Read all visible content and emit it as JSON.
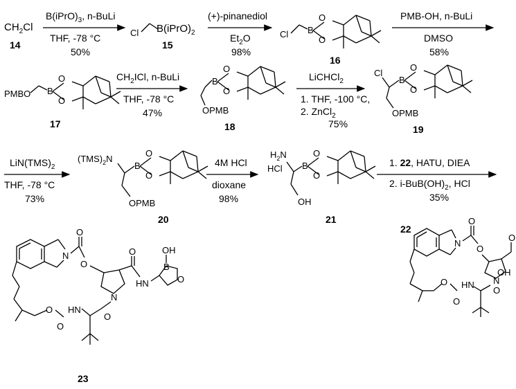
{
  "row1": {
    "ch2cl": "CH",
    "ch2cl_sub": "2",
    "ch2cl_tail": "Cl",
    "cmpd14": "14",
    "step1": {
      "above": "B(iPrO)",
      "above_sub": "3",
      "above_tail": ", n-BuLi",
      "below": "THF, -78 °C",
      "yield": "50%"
    },
    "cmpd15": "15",
    "step2": {
      "above": "(+)-pinanediol",
      "below": "Et",
      "below_sub": "2",
      "below_tail": "O",
      "yield": "98%"
    },
    "cmpd16": "16",
    "step3": {
      "above": "PMB-OH, n-BuLi",
      "below": "DMSO",
      "yield": "58%"
    }
  },
  "row2": {
    "cmpd17": "17",
    "step4": {
      "above": "CH",
      "above_sub": "2",
      "above_tail": "ICl, n-BuLi",
      "below": "THF, -78 °C",
      "yield": "47%"
    },
    "cmpd18": "18",
    "step5": {
      "above": "LiCHCl",
      "above_sub": "2",
      "line1": "1. THF, -100 °C,",
      "line2": "2. ZnCl",
      "line2_sub": "2",
      "yield": "75%"
    },
    "cmpd19": "19"
  },
  "row3": {
    "step6": {
      "above": "LiN(TMS)",
      "above_sub": "2",
      "below": "THF, -78 °C",
      "yield": "73%"
    },
    "cmpd20": "20",
    "step7": {
      "above": "4M HCl",
      "below": "dioxane",
      "yield": "98%"
    },
    "cmpd21": "21",
    "step8": {
      "line1_num": "22",
      "line1": "1. ",
      "line1_tail": ", HATU, DIEA",
      "line2": "2. i-BuB(OH)",
      "line2_sub": "2",
      "line2_tail": ", HCl",
      "yield": "35%"
    },
    "cmpd22": "22"
  },
  "row4": {
    "cmpd23": "23"
  },
  "atoms": {
    "B": "B",
    "O": "O",
    "Cl": "Cl",
    "PMBO": "PMBO",
    "OPMB": "OPMB",
    "TMS2N": "(TMS)",
    "TMS2N_sub": "2",
    "TMS2N_tail": "N",
    "H2N": "H",
    "H2N_sub": "2",
    "H2N_tail": "N",
    "HCl": "HCl",
    "OH": "OH",
    "N": "N",
    "HN": "HN",
    "NH": "N",
    "H": "H"
  }
}
